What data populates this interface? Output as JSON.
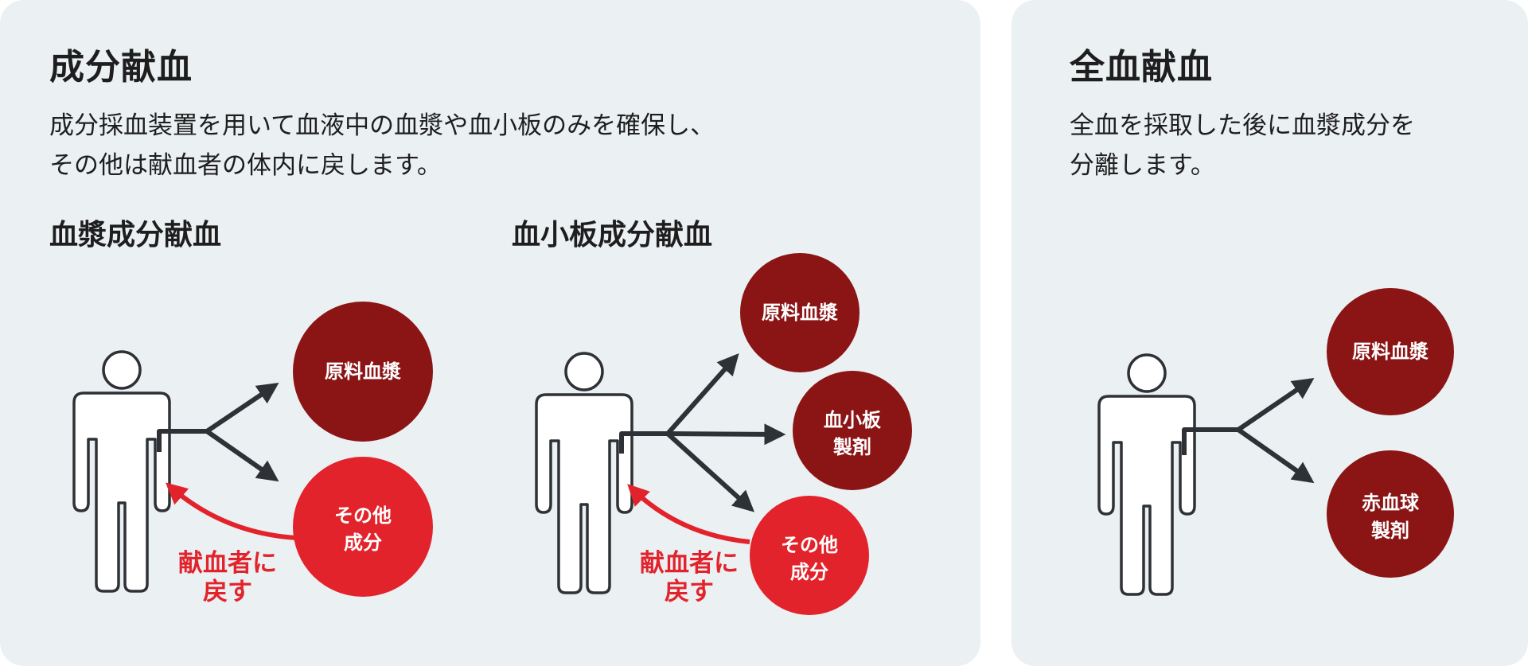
{
  "colors": {
    "panel_bg": "#ebf0f3",
    "dark_red": "#8b1415",
    "bright_red": "#e2232b",
    "line_dark": "#2e3135"
  },
  "left_panel": {
    "title": "成分献血",
    "desc_line1": "成分採血装置を用いて血液中の血漿や血小板のみを確保し、",
    "desc_line2": "その他は献血者の体内に戻します。",
    "plasma": {
      "subtitle": "血漿成分献血",
      "out_circle": "原料血漿",
      "return_circle_line1": "その他",
      "return_circle_line2": "成分",
      "return_label_line1": "献血者に",
      "return_label_line2": "戻す"
    },
    "platelet": {
      "subtitle": "血小板成分献血",
      "out_circle_1": "原料血漿",
      "out_circle_2_line1": "血小板",
      "out_circle_2_line2": "製剤",
      "return_circle_line1": "その他",
      "return_circle_line2": "成分",
      "return_label_line1": "献血者に",
      "return_label_line2": "戻す"
    }
  },
  "right_panel": {
    "title": "全血献血",
    "desc_line1": "全血を採取した後に血漿成分を",
    "desc_line2": "分離します。",
    "out_circle_1": "原料血漿",
    "out_circle_2_line1": "赤血球",
    "out_circle_2_line2": "製剤"
  }
}
